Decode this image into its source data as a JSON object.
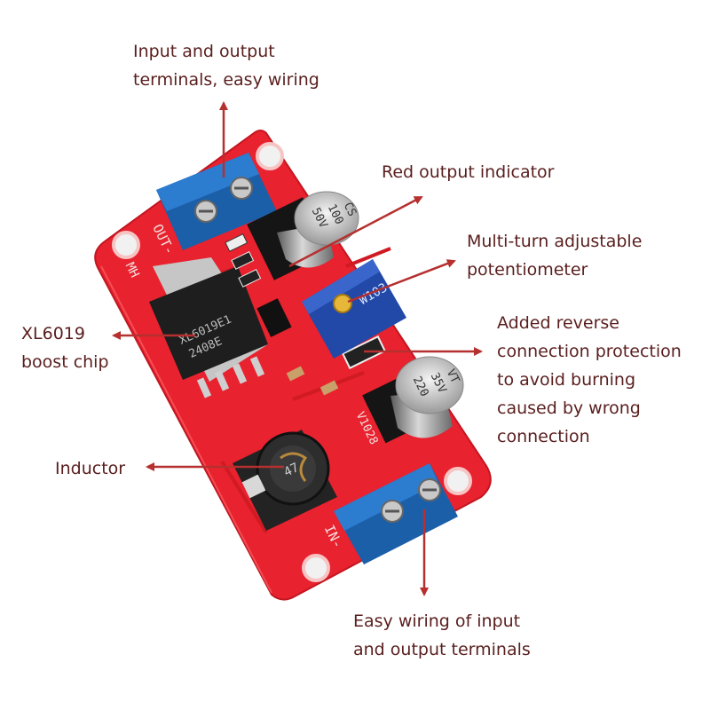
{
  "callouts": {
    "terminals_top": [
      "Input and output",
      "terminals, easy wiring"
    ],
    "red_indicator": [
      "Red output indicator"
    ],
    "potentiometer": [
      "Multi-turn adjustable",
      "potentiometer"
    ],
    "boost_chip": [
      "XL6019",
      "boost chip"
    ],
    "reverse_protection": [
      "Added reverse",
      "connection protection",
      "to avoid burning",
      "caused by wrong",
      "connection"
    ],
    "inductor": [
      "Inductor"
    ],
    "terminals_bottom": [
      "Easy wiring of input",
      "and output terminals"
    ]
  },
  "board_markings": {
    "out_label": "OUT-",
    "in_label": "IN-",
    "mh_label": "MH",
    "chip_line1": "XL6019E1",
    "chip_line2": "2408E",
    "cap_top": [
      "CS",
      "100",
      "50V"
    ],
    "cap_bottom": [
      "VT",
      "35V",
      "220"
    ],
    "pot_code": "W103",
    "inductor_code": "47",
    "version": "V1028"
  },
  "colors": {
    "pcb": "#e8222e",
    "terminal": "#1c67b8",
    "arrow": "#b5302f",
    "text": "#5a1e1e"
  }
}
